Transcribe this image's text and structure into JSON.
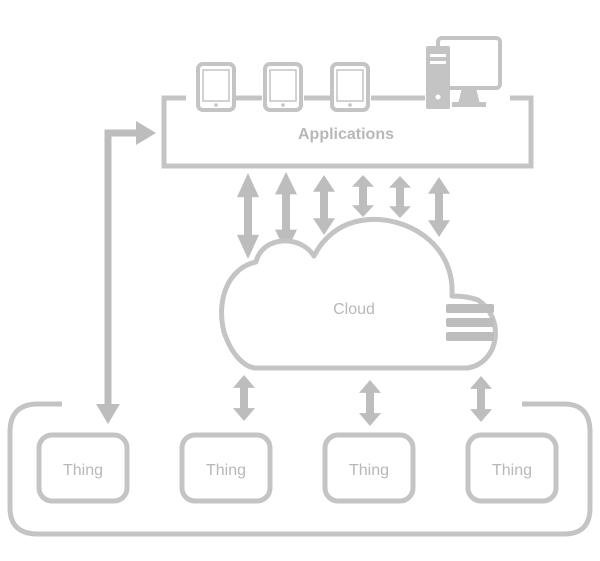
{
  "applications": {
    "label": "Applications",
    "devices": [
      "tablet-icon",
      "tablet-icon",
      "tablet-icon",
      "desktop-computer-icon"
    ]
  },
  "cloud": {
    "label": "Cloud",
    "storage_icon": "database-stack-icon"
  },
  "things": [
    "Thing",
    "Thing",
    "Thing",
    "Thing"
  ],
  "colors": {
    "stroke": "#c4c4c4",
    "arrow": "#bdbdbd",
    "text": "#b8b8b8",
    "background": "#ffffff"
  }
}
